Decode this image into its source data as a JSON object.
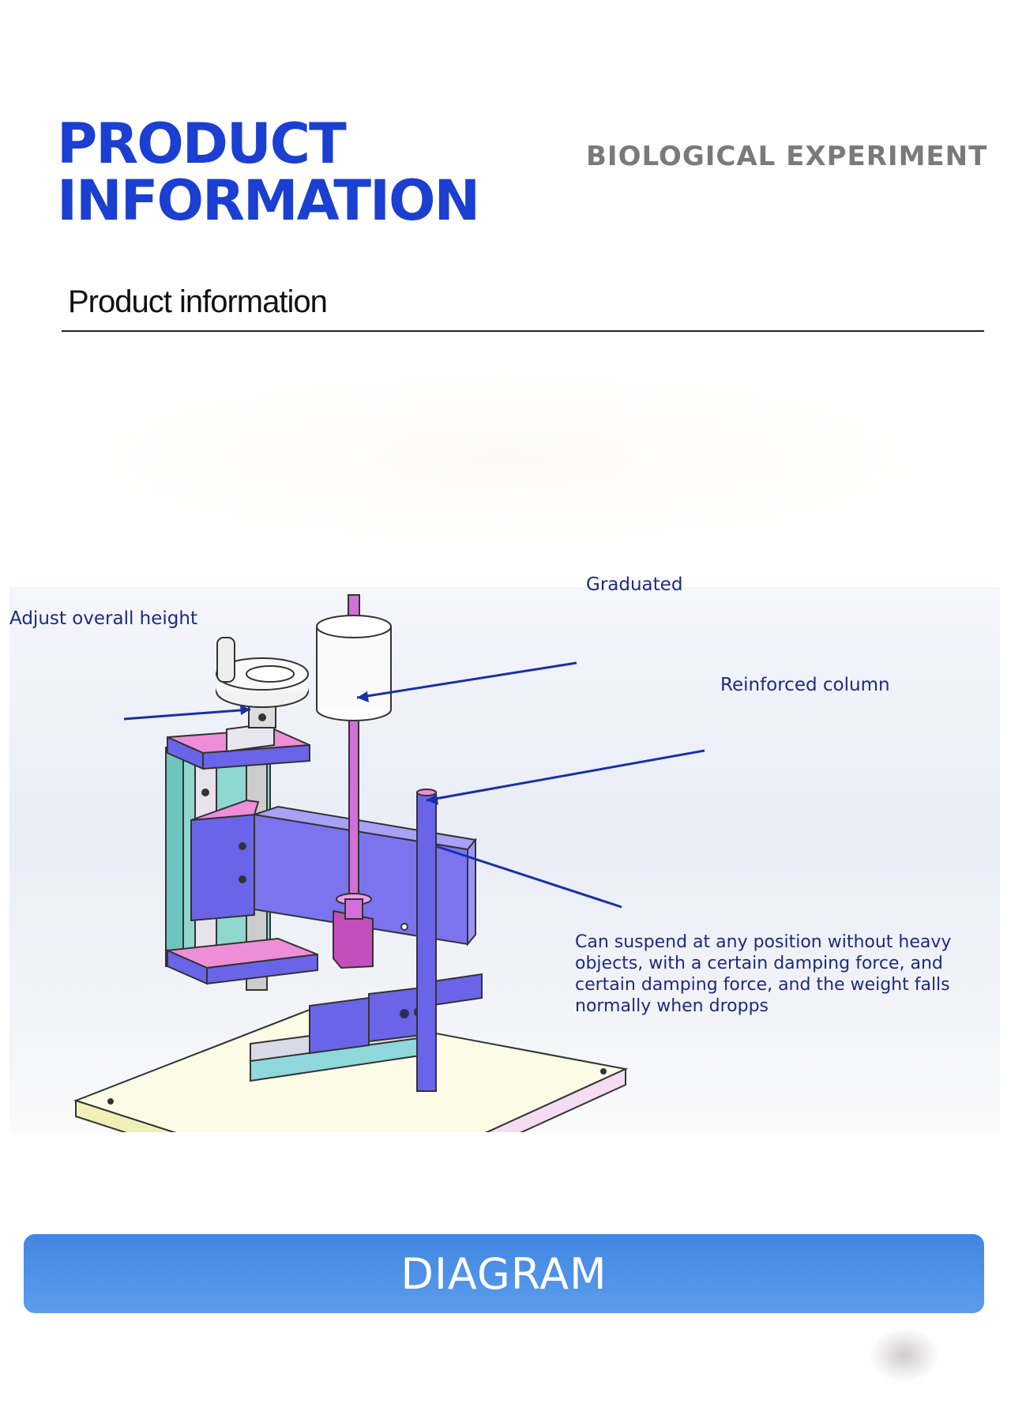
{
  "header": {
    "title_line1": "PRODUCT",
    "title_line2": "INFORMATION",
    "subtitle": "BIOLOGICAL EXPERIMENT"
  },
  "section": {
    "heading": "Product information"
  },
  "diagram": {
    "callouts": {
      "adjust_height": "Adjust overall height",
      "graduated": "Graduated",
      "reinforced_column": "Reinforced column",
      "description": "Can suspend at any position without heavy objects, with a certain damping force, and certain damping force, and the weight falls normally when dropps"
    },
    "colors": {
      "frame": "#6a64e8",
      "rod": "#d070d8",
      "rail": "#8fd6cf",
      "base": "#fbfbe8",
      "callout_line": "#1a2fa8"
    }
  },
  "button": {
    "label": "DIAGRAM"
  },
  "colors": {
    "title": "#1a3fd1",
    "subtitle": "#7a7a7a",
    "button": "#4a8de6"
  }
}
